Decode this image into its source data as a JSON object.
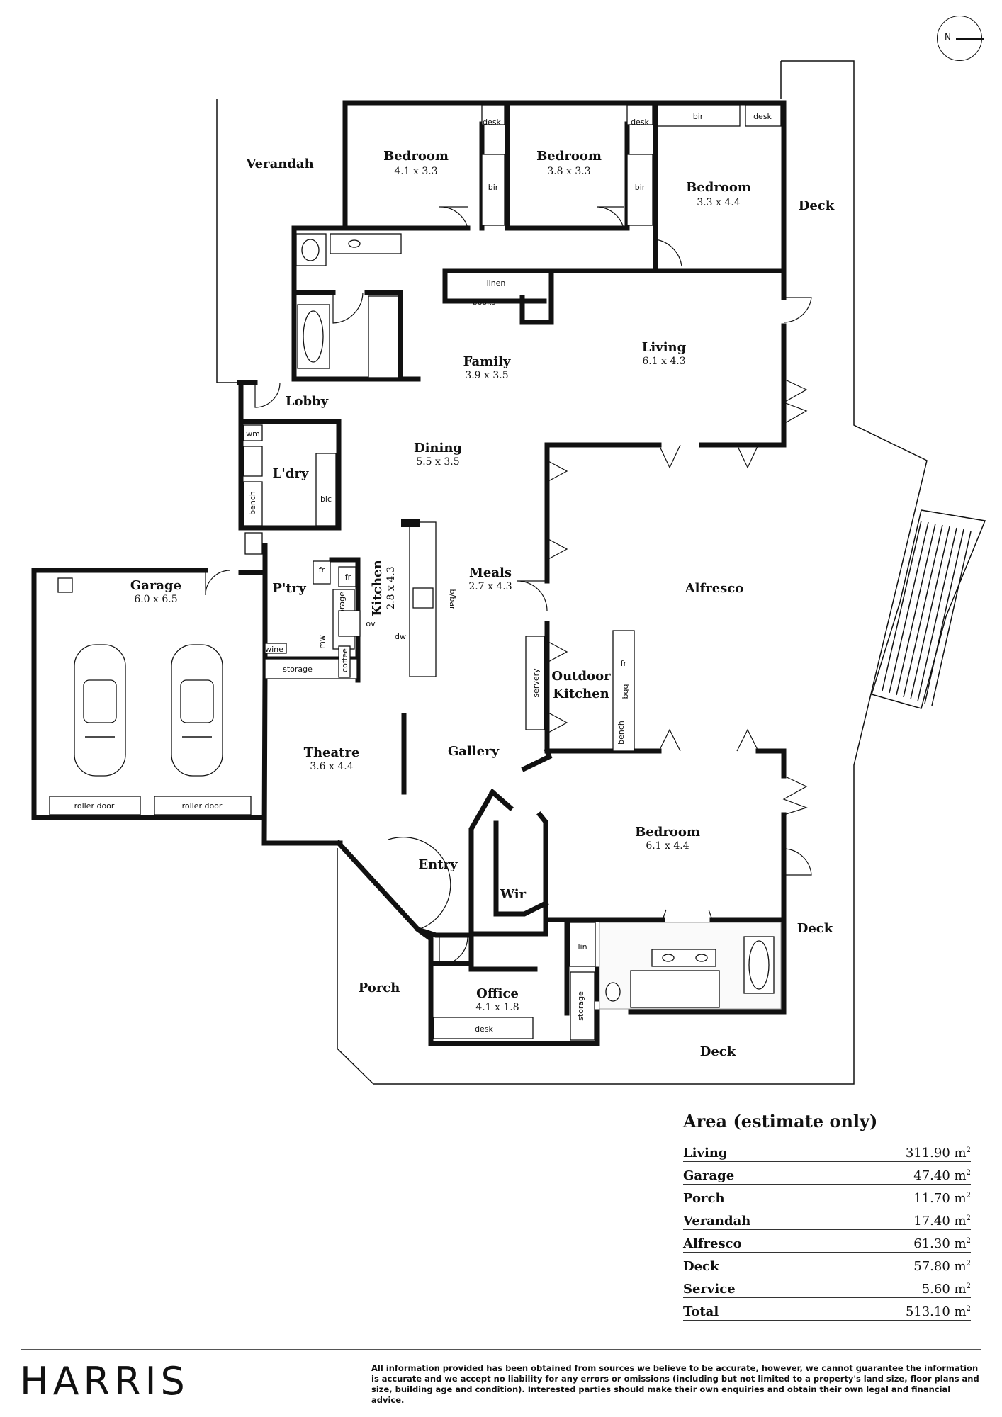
{
  "compass": {
    "label": "N"
  },
  "rooms": {
    "verandah": {
      "name": "Verandah"
    },
    "bed1": {
      "name": "Bedroom",
      "dims": "4.1 x 3.3"
    },
    "bed2": {
      "name": "Bedroom",
      "dims": "3.8 x 3.3"
    },
    "bed3": {
      "name": "Bedroom",
      "dims": "3.3 x 4.4"
    },
    "deck_ne": {
      "name": "Deck"
    },
    "family": {
      "name": "Family",
      "dims": "3.9 x 3.5"
    },
    "living": {
      "name": "Living",
      "dims": "6.1 x 4.3"
    },
    "lobby": {
      "name": "Lobby"
    },
    "dining": {
      "name": "Dining",
      "dims": "5.5 x 3.5"
    },
    "laundry": {
      "name": "L'dry"
    },
    "pantry": {
      "name": "P'try"
    },
    "garage": {
      "name": "Garage",
      "dims": "6.0 x 6.5"
    },
    "kitchen": {
      "name": "Kitchen",
      "dims": "2.8 x 4.3"
    },
    "meals": {
      "name": "Meals",
      "dims": "2.7 x 4.3"
    },
    "alfresco": {
      "name": "Alfresco"
    },
    "outdoor_kitchen": {
      "name_line1": "Outdoor",
      "name_line2": "Kitchen"
    },
    "theatre": {
      "name": "Theatre",
      "dims": "3.6 x 4.4"
    },
    "gallery": {
      "name": "Gallery"
    },
    "master": {
      "name": "Bedroom",
      "dims": "6.1 x 4.4"
    },
    "entry": {
      "name": "Entry"
    },
    "wir": {
      "name": "Wir"
    },
    "deck_e": {
      "name": "Deck"
    },
    "porch": {
      "name": "Porch"
    },
    "office": {
      "name": "Office",
      "dims": "4.1 x 1.8"
    },
    "deck_s": {
      "name": "Deck"
    }
  },
  "fixtures": {
    "desk": "desk",
    "bir": "bir",
    "linen": "linen",
    "books": "books",
    "wm": "wm",
    "bench": "bench",
    "bic": "bic",
    "fr": "fr",
    "storage": "storage",
    "mw": "mw",
    "ov": "ov",
    "dw": "dw",
    "bbar": "b/bar",
    "wine": "wine",
    "coffee": "coffee",
    "servery": "servery",
    "bbq": "bbq",
    "roller_door": "roller door",
    "lin": "lin"
  },
  "area_table": {
    "title": "Area (estimate only)",
    "unit": "m",
    "rows": [
      {
        "label": "Living",
        "value": "311.90"
      },
      {
        "label": "Garage",
        "value": "47.40"
      },
      {
        "label": "Porch",
        "value": "11.70"
      },
      {
        "label": "Verandah",
        "value": "17.40"
      },
      {
        "label": "Alfresco",
        "value": "61.30"
      },
      {
        "label": "Deck",
        "value": "57.80"
      },
      {
        "label": "Service",
        "value": "5.60"
      },
      {
        "label": "Total",
        "value": "513.10"
      }
    ]
  },
  "footer": {
    "brand": "HARRIS",
    "disclaimer": "All information provided has been obtained from sources we believe to be accurate, however, we cannot guarantee the information is accurate and we accept no liability for any errors or omissions (including but not limited to a property's land size, floor plans and size, building age and condition). Interested parties should make their own enquiries and obtain their own legal and financial advice."
  }
}
